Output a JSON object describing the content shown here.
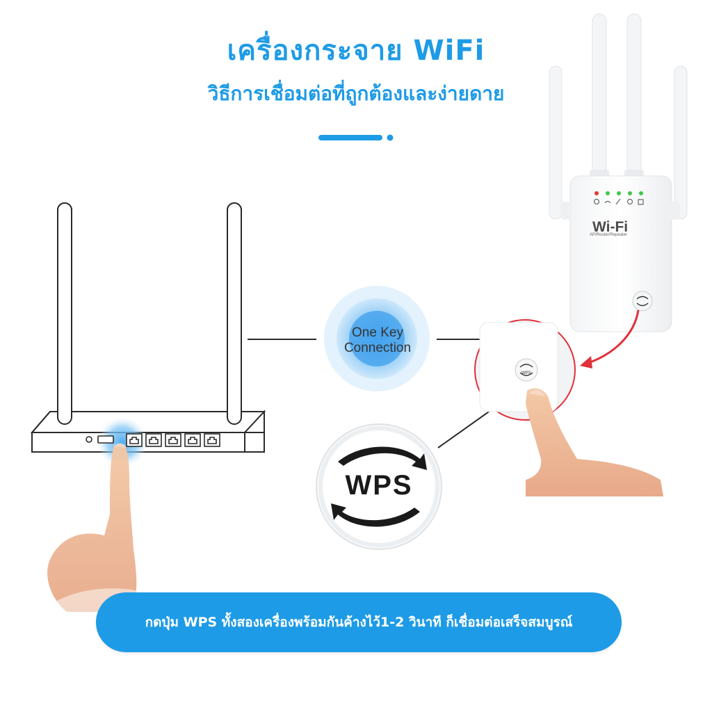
{
  "header": {
    "title": "เครื่องกระจาย WiFi",
    "subtitle": "วิธีการเชื่อมต่อที่ถูกต้องและง่ายดาย"
  },
  "badge": {
    "line1": "One Key",
    "line2": "Connection"
  },
  "wps_zoom": {
    "label": "WPS"
  },
  "extender": {
    "brand": "Wi-Fi",
    "model": "AP/Router/Repeater",
    "button_label": "WPS"
  },
  "footer": {
    "instruction": "กดปุ่ม WPS ทั้งสองเครื่องพร้อมกันค้างไว้1-2 วินาที ก็เชื่อมต่อเสร็จสมบูรณ์"
  },
  "colors": {
    "accent": "#1e9be6",
    "arrow": "#e0303a",
    "led_red": "#e53935",
    "led_green": "#3ec94a"
  }
}
